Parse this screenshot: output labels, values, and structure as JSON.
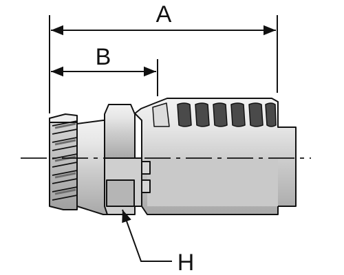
{
  "labels": {
    "a": "A",
    "b": "B",
    "h": "H"
  },
  "colors": {
    "outline": "#111111",
    "metal_light": "#dedede",
    "metal_mid": "#c4c4c4",
    "metal_dark": "#9a9a9a",
    "shadow": "#6e6e6e"
  }
}
